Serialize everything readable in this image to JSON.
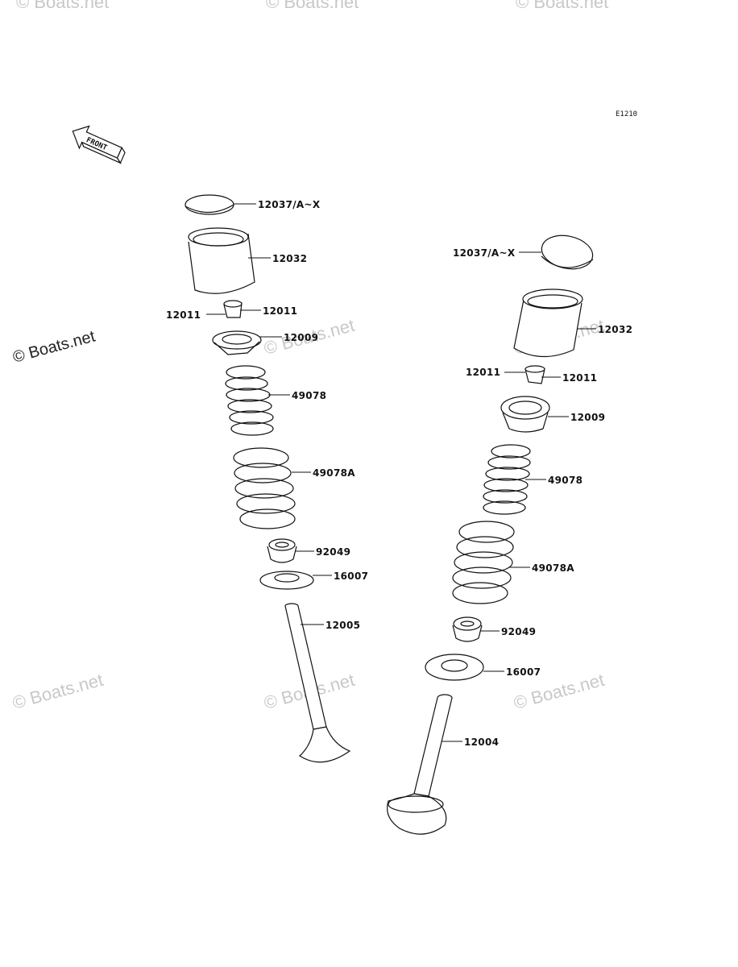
{
  "diagram": {
    "code": "E1210",
    "front_label": "FRONT",
    "watermark": "© Boats.net",
    "left_column": [
      {
        "part": "12037/A~X"
      },
      {
        "part": "12032"
      },
      {
        "part": "12011"
      },
      {
        "part": "12011"
      },
      {
        "part": "12009"
      },
      {
        "part": "49078"
      },
      {
        "part": "49078A"
      },
      {
        "part": "92049"
      },
      {
        "part": "16007"
      },
      {
        "part": "12005"
      }
    ],
    "right_column": [
      {
        "part": "12037/A~X"
      },
      {
        "part": "12032"
      },
      {
        "part": "12011"
      },
      {
        "part": "12011"
      },
      {
        "part": "12009"
      },
      {
        "part": "49078"
      },
      {
        "part": "49078A"
      },
      {
        "part": "92049"
      },
      {
        "part": "16007"
      },
      {
        "part": "12004"
      }
    ]
  }
}
